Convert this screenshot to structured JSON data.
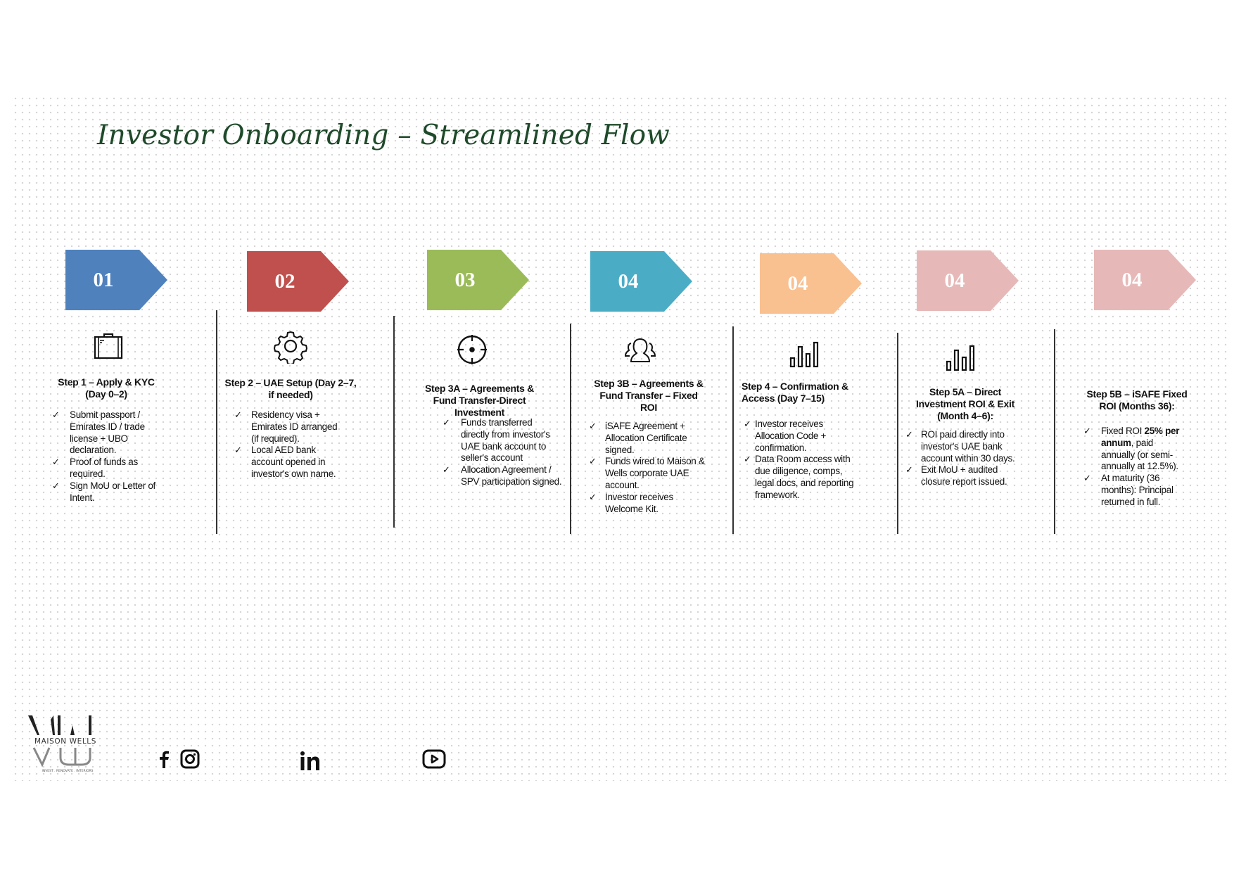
{
  "title": "Investor Onboarding – Streamlined Flow",
  "steps": [
    {
      "number": "01",
      "color": "#4F81BD",
      "icon": "briefcase-icon",
      "heading": "Step 1 – Apply & KYC (Day 0–2)",
      "bullets": [
        {
          "text": "Submit passport / Emirates ID / trade license + UBO declaration."
        },
        {
          "text": "Proof of funds as required."
        },
        {
          "text": "Sign MoU or Letter of Intent."
        }
      ]
    },
    {
      "number": "02",
      "color": "#C0504D",
      "icon": "gear-icon",
      "heading": "Step 2 – UAE Setup (Day 2–7, if needed)",
      "bullets": [
        {
          "text": "Residency visa + Emirates ID arranged (if required)."
        },
        {
          "text": "Local AED bank account opened in investor's own name."
        }
      ]
    },
    {
      "number": "03",
      "color": "#9BBB59",
      "icon": "target-icon",
      "heading": "Step 3A –  Agreements & Fund Transfer-Direct Investment",
      "bullets": [
        {
          "text": "Funds transferred directly from investor's UAE bank account to seller's account"
        },
        {
          "text": "Allocation Agreement / SPV participation signed."
        }
      ]
    },
    {
      "number": "04",
      "color": "#4BACC6",
      "icon": "users-icon",
      "heading": "Step 3B – Agreements & Fund Transfer – Fixed ROI",
      "bullets": [
        {
          "text": "iSAFE Agreement + Allocation Certificate signed."
        },
        {
          "text": "Funds wired to Maison & Wells corporate UAE account."
        },
        {
          "text": "Investor receives Welcome Kit."
        }
      ]
    },
    {
      "number": "04",
      "color": "#F9C090",
      "icon": "bar-chart-icon",
      "heading": "Step 4 – Confirmation & Access (Day 7–15)",
      "bullets": [
        {
          "text": "Investor receives Allocation Code + confirmation."
        },
        {
          "text": "Data Room access with due diligence, comps, legal docs, and reporting framework."
        }
      ]
    },
    {
      "number": "04",
      "color": "#E6B9B8",
      "icon": "bar-chart-icon",
      "heading": "Step 5A – Direct Investment ROI & Exit (Month 4–6):",
      "bullets": [
        {
          "text": "ROI paid directly into investor's UAE bank account within 30 days."
        },
        {
          "text": "Exit MoU + audited closure report issued."
        }
      ]
    },
    {
      "number": "04",
      "color": "#E6B9B8",
      "icon": "",
      "heading": "Step 5B – iSAFE Fixed ROI (Months 36):",
      "bullets": [
        {
          "pre": "Fixed ROI ",
          "bold": "25% per annum",
          "text": ", paid annually (or semi-annually at 12.5%)."
        },
        {
          "text": "At maturity (36 months): Principal returned in full."
        }
      ]
    }
  ],
  "check_symbol": "✓",
  "logo": {
    "name": "MAISON WELLS",
    "tagline": "INVEST . RENOVATE . INTERIORS"
  },
  "social": [
    "facebook",
    "instagram",
    "linkedin",
    "youtube"
  ]
}
